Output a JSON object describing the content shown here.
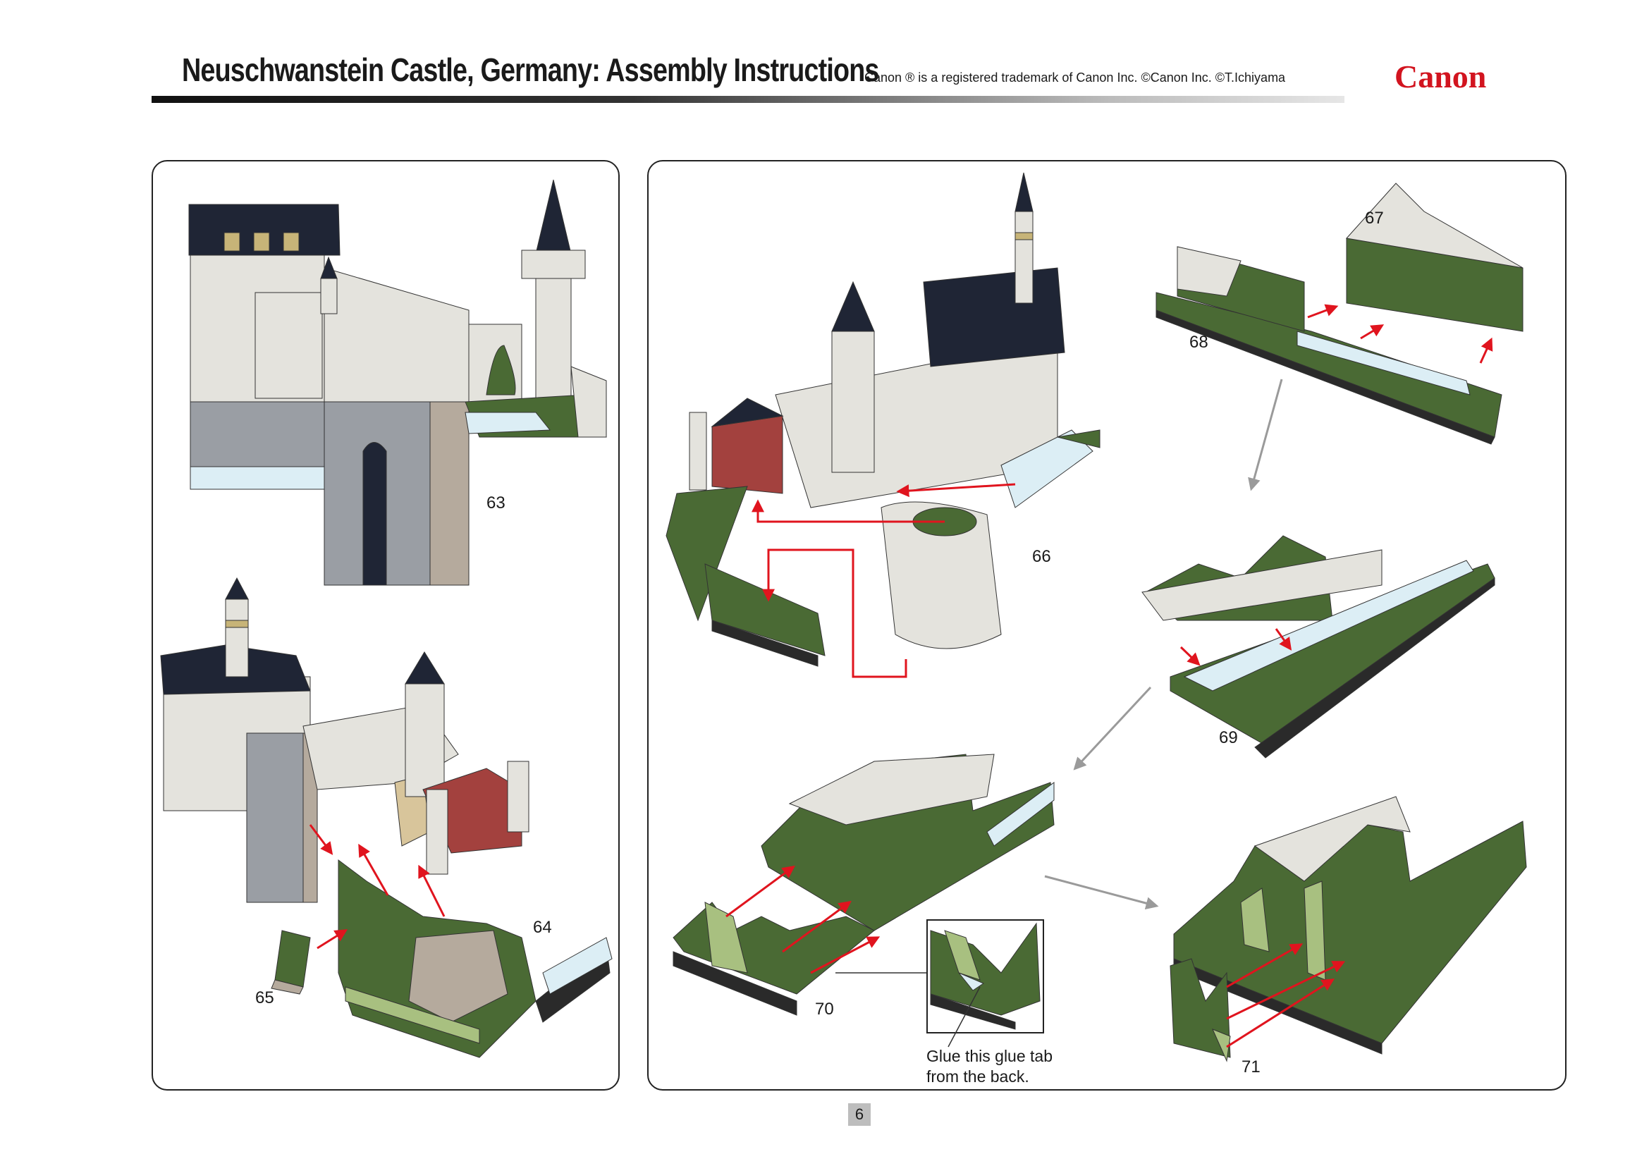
{
  "header": {
    "title": "Neuschwanstein Castle, Germany: Assembly Instructions",
    "trademark_note": "Canon ® is a registered trademark of Canon Inc. ©Canon Inc. ©T.Ichiyama",
    "brand": "Canon"
  },
  "steps": {
    "s63": "63",
    "s64": "64",
    "s65": "65",
    "s66": "66",
    "s67": "67",
    "s68": "68",
    "s69": "69",
    "s70": "70",
    "s71": "71"
  },
  "note": {
    "line1": "Glue this glue tab",
    "line2": "from the back."
  },
  "page_number": "6",
  "colors": {
    "wall": "#e4e3dd",
    "roof": "#1f2535",
    "green": "#4a6a34",
    "light_green": "#a8c080",
    "brick": "#a3413e",
    "rock": "#b5aa9d",
    "grey_wall": "#9a9ea4",
    "tab": "#dceef5",
    "arrow": "#e0141e",
    "brand": "#d2141f"
  }
}
